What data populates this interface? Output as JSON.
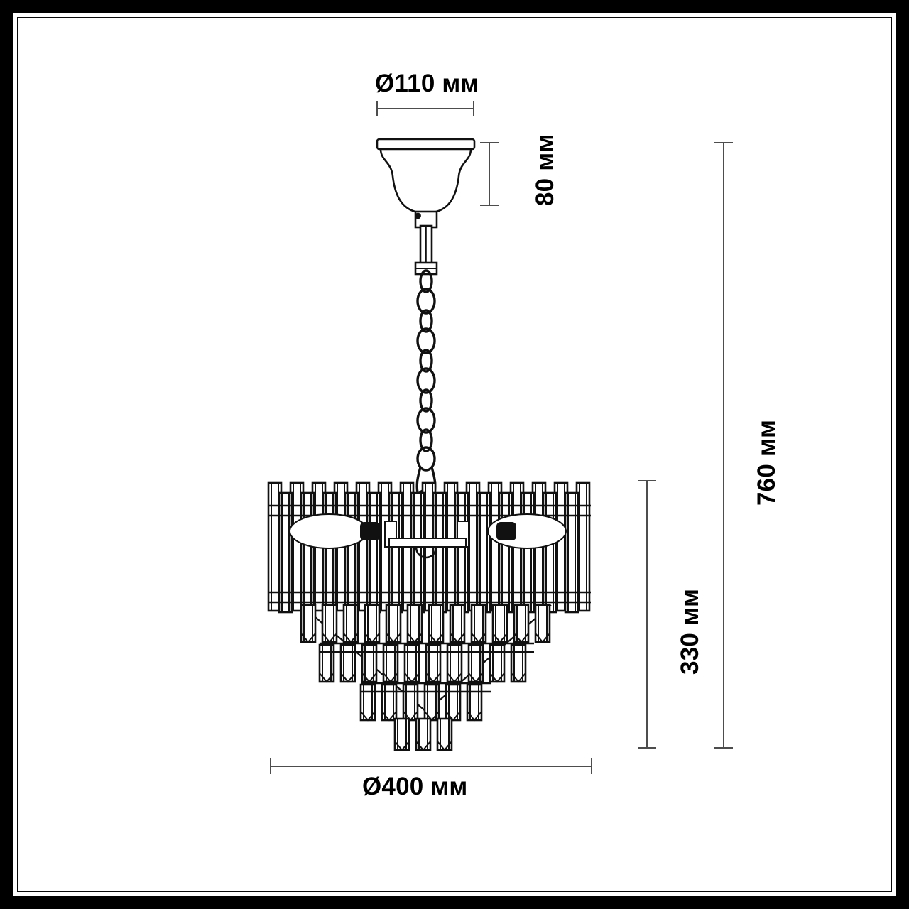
{
  "drawing": {
    "kind": "technical-dimension-drawing",
    "subject": "pendant crystal chandelier",
    "unit": "мм",
    "background_color": "#ffffff",
    "line_color": "#111111",
    "dimension_line_color": "#4d4d4d",
    "frame_color": "#000000"
  },
  "dimensions": {
    "canopy_diameter": {
      "label": "Ø110 мм",
      "value": 110,
      "unit": "мм",
      "orientation": "horizontal",
      "position": "top"
    },
    "canopy_height": {
      "label": "80 мм",
      "value": 80,
      "unit": "мм",
      "orientation": "vertical",
      "position": "upper-right-of-canopy"
    },
    "total_height": {
      "label": "760 мм",
      "value": 760,
      "unit": "мм",
      "orientation": "vertical",
      "position": "far-right"
    },
    "fixture_height": {
      "label": "330 мм",
      "value": 330,
      "unit": "мм",
      "orientation": "vertical",
      "position": "right-of-fixture"
    },
    "fixture_diameter": {
      "label": "Ø400 мм",
      "value": 400,
      "unit": "мм",
      "orientation": "horizontal",
      "position": "bottom"
    }
  },
  "parts": {
    "canopy": "ceiling-canopy",
    "rod": "suspension-rod",
    "chain": "suspension-chain",
    "upper_tier": "crystal-rod-upper-tier",
    "tier_2": "crystal-tier-2",
    "tier_3": "crystal-tier-3",
    "tier_4": "crystal-tier-4",
    "bulbs": "lamp-bulbs",
    "bulb_count": 2
  }
}
